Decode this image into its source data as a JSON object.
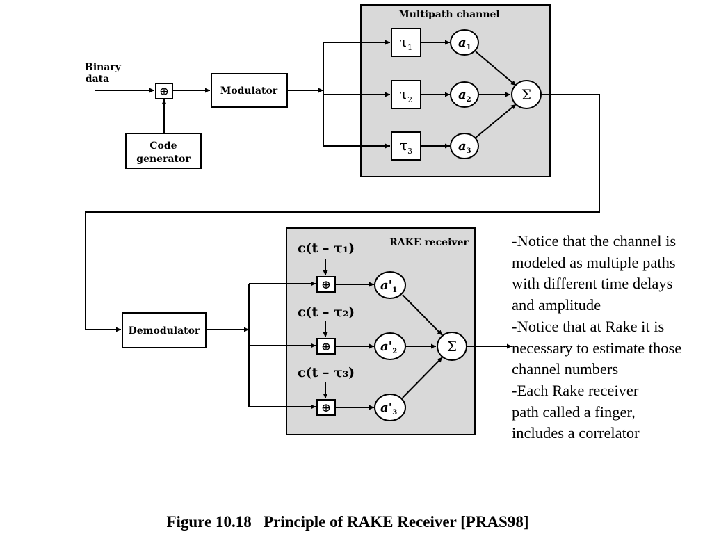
{
  "channel": {
    "title": "Multipath channel",
    "delays": [
      {
        "sym": "τ",
        "sub": "1"
      },
      {
        "sym": "τ",
        "sub": "2"
      },
      {
        "sym": "τ",
        "sub": "3"
      }
    ],
    "gains": [
      {
        "sym": "a",
        "sub": "1"
      },
      {
        "sym": "a",
        "sub": "2"
      },
      {
        "sym": "a",
        "sub": "3"
      }
    ],
    "sum": "Σ"
  },
  "transmitter": {
    "input_line1": "Binary",
    "input_line2": "data",
    "xor": "⊕",
    "modulator": "Modulator",
    "code_line1": "Code",
    "code_line2": "generator"
  },
  "receiver": {
    "title": "RAKE receiver",
    "demodulator": "Demodulator",
    "codes": [
      "c(t – τ₁)",
      "c(t – τ₂)",
      "c(t – τ₃)"
    ],
    "xor": "⊕",
    "gains": [
      {
        "sym": "a'",
        "sub": "1"
      },
      {
        "sym": "a'",
        "sub": "2"
      },
      {
        "sym": "a'",
        "sub": "3"
      }
    ],
    "sum": "Σ"
  },
  "notes": [
    "-Notice that the channel  is",
    "modeled as multiple paths",
    "with different time delays",
    "and amplitude",
    "-Notice that at Rake it is",
    "necessary to estimate those",
    "channel numbers",
    "-Each Rake receiver",
    "path called a finger,",
    "includes a correlator"
  ],
  "caption": "Figure 10.18   Principle of RAKE Receiver [PRAS98]"
}
